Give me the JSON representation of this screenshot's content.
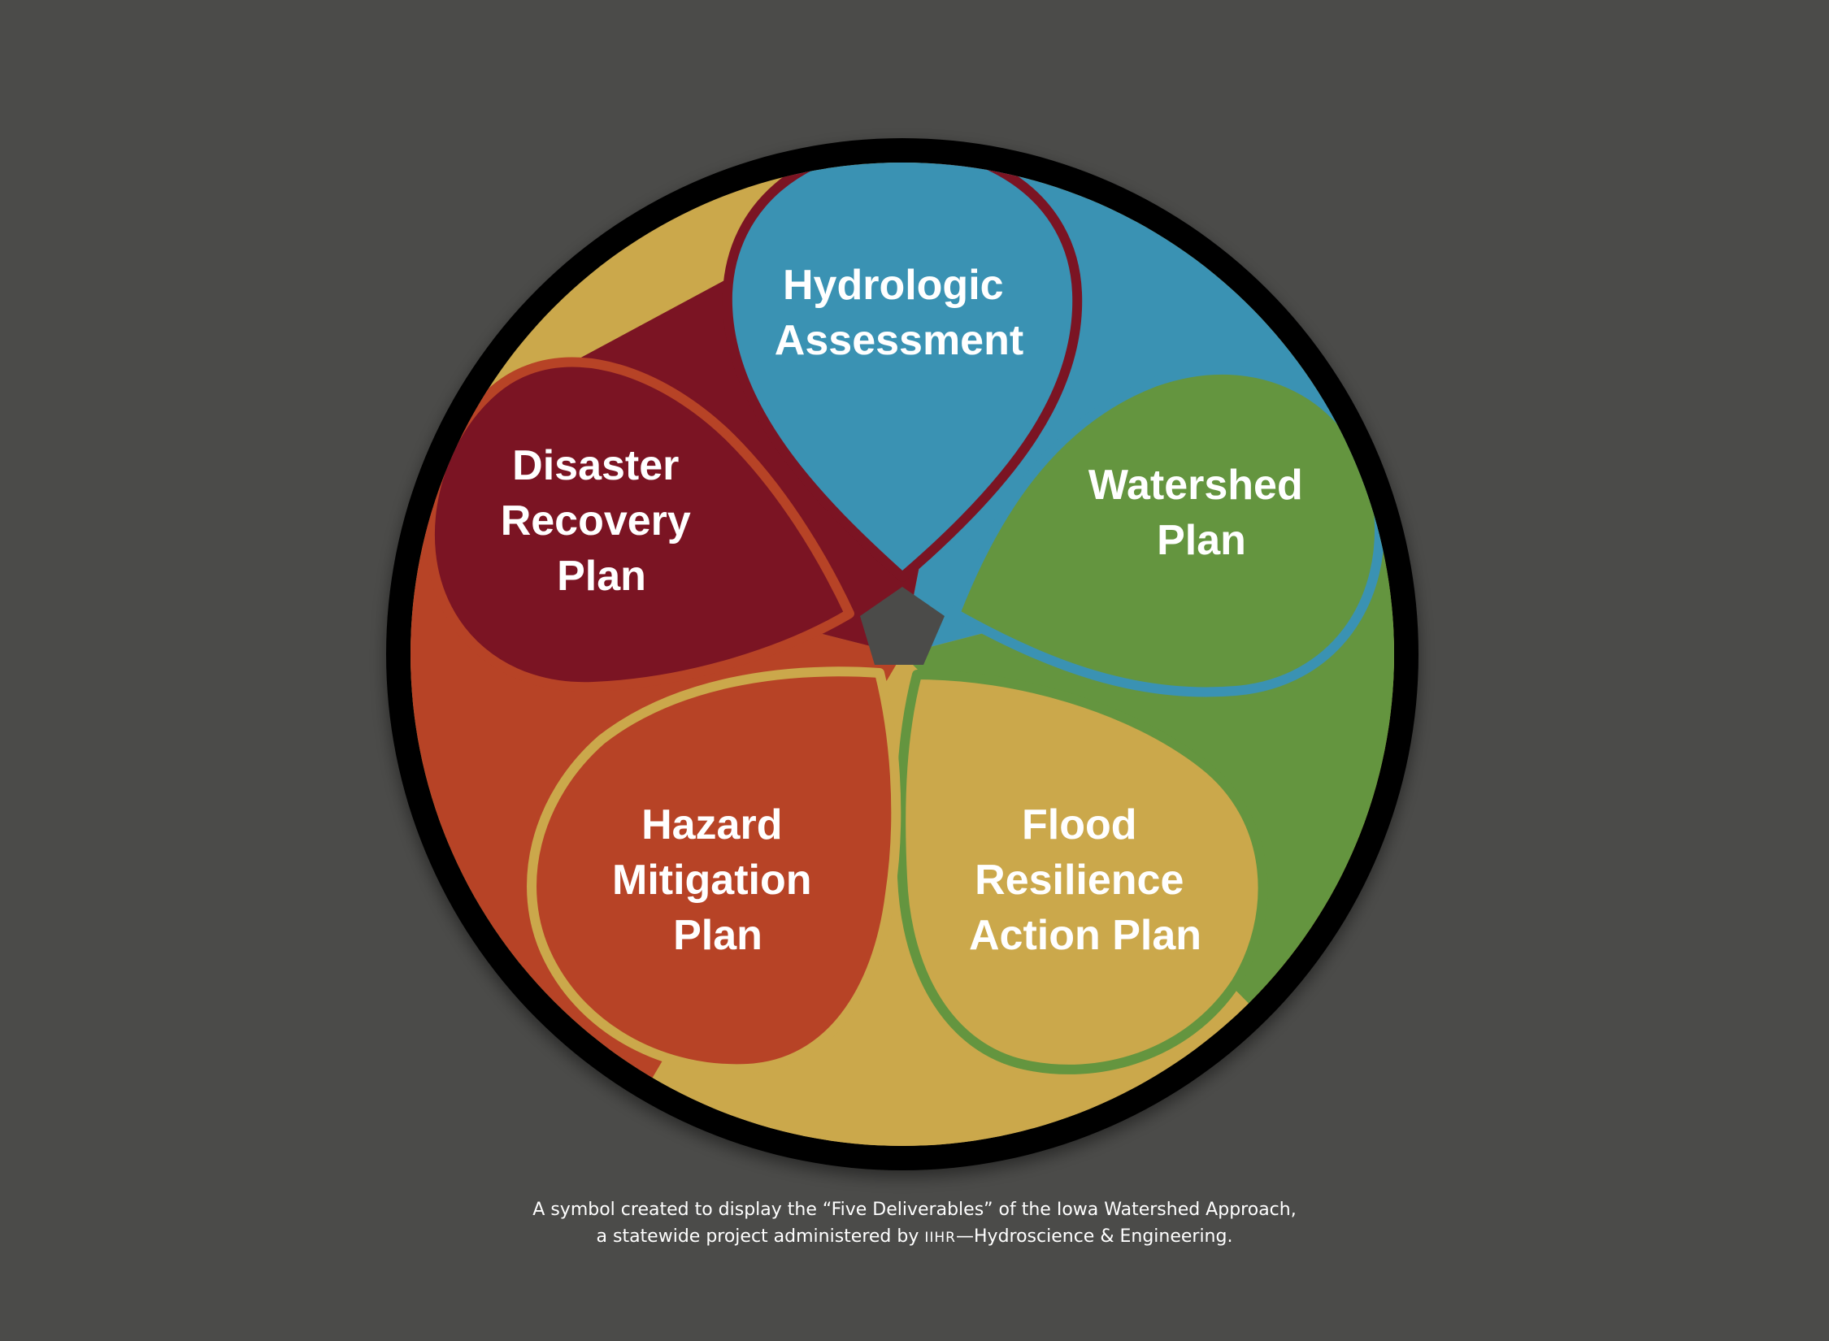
{
  "colors": {
    "background": "#4b4b49",
    "ring": "#000000",
    "center": "#4b4b49",
    "hydrologic": "#3a92b3",
    "watershed": "#64953f",
    "flood": "#cba84b",
    "hazard": "#b74326",
    "disaster": "#7b1423",
    "label": "#ffffff"
  },
  "petals": [
    {
      "id": "hydrologic",
      "lines": [
        "Hydrologic",
        "Assessment"
      ],
      "icon": "teardrop-petal"
    },
    {
      "id": "watershed",
      "lines": [
        "Watershed",
        "Plan"
      ],
      "icon": "teardrop-petal"
    },
    {
      "id": "flood",
      "lines": [
        "Flood",
        "Resilience",
        "Action Plan"
      ],
      "icon": "teardrop-petal"
    },
    {
      "id": "hazard",
      "lines": [
        "Hazard",
        "Mitigation",
        "Plan"
      ],
      "icon": "teardrop-petal"
    },
    {
      "id": "disaster",
      "lines": [
        "Disaster",
        "Recovery",
        "Plan"
      ],
      "icon": "teardrop-petal"
    }
  ],
  "caption": {
    "line1": "A symbol created to display the “Five Deliverables” of the Iowa Watershed Approach,",
    "line2_before": "a statewide project administered by ",
    "line2_org": "IIHR",
    "line2_after": "—Hydroscience & Engineering."
  }
}
